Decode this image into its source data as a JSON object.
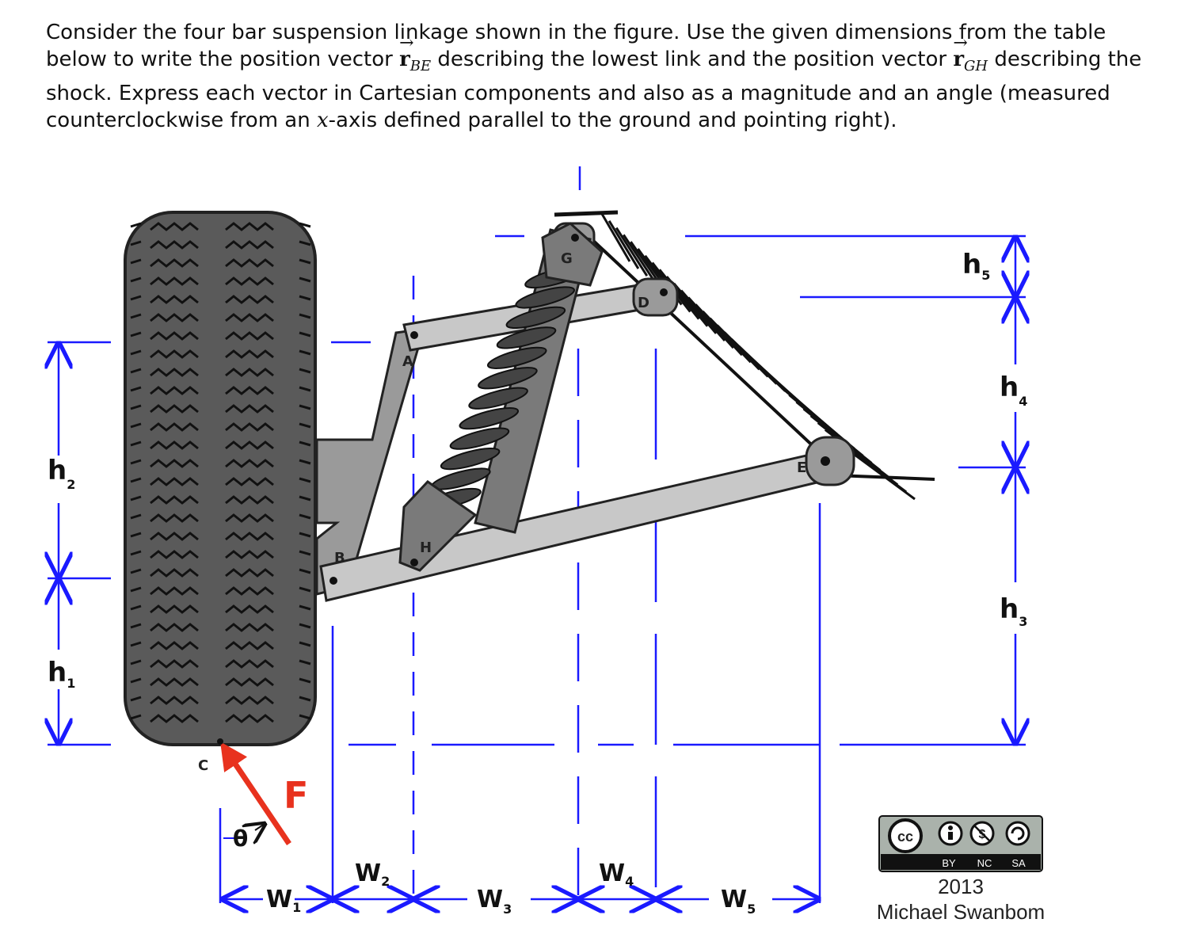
{
  "problem": {
    "part1": "Consider the four bar suspension linkage shown in the figure. Use the given dimensions from the table below to write the position vector ",
    "vec1_symbol": "r",
    "vec1_sub": "BE",
    "part2": " describing the lowest link and the position vector ",
    "vec2_symbol": "r",
    "vec2_sub": "GH",
    "part3": " describing the shock. Express each vector in Cartesian components and also as a magnitude and an angle (measured counterclockwise from an ",
    "axis_symbol": "x",
    "part4": "-axis defined parallel to the ground and pointing right)."
  },
  "figure": {
    "points": {
      "A": "A",
      "B": "B",
      "C": "C",
      "D": "D",
      "E": "E",
      "G": "G",
      "H": "H"
    },
    "force_label": "F",
    "angle_label": "θ",
    "dimensions": {
      "h1": {
        "main": "h",
        "sub": "1"
      },
      "h2": {
        "main": "h",
        "sub": "2"
      },
      "h3": {
        "main": "h",
        "sub": "3"
      },
      "h4": {
        "main": "h",
        "sub": "4"
      },
      "h5": {
        "main": "h",
        "sub": "5"
      },
      "w1": {
        "main": "W",
        "sub": "1"
      },
      "w2": {
        "main": "W",
        "sub": "2"
      },
      "w3": {
        "main": "W",
        "sub": "3"
      },
      "w4": {
        "main": "W",
        "sub": "4"
      },
      "w5": {
        "main": "W",
        "sub": "5"
      }
    },
    "colors": {
      "dimension": "#1a1aff",
      "force": "#e8321e",
      "tire": "#5a5a5a",
      "link": "#c8c8c8",
      "knuckle": "#9a9a9a"
    }
  },
  "license": {
    "cc": "cc",
    "by": "BY",
    "nc": "NC",
    "sa": "SA",
    "year": "2013",
    "author": "Michael Swanbom"
  }
}
